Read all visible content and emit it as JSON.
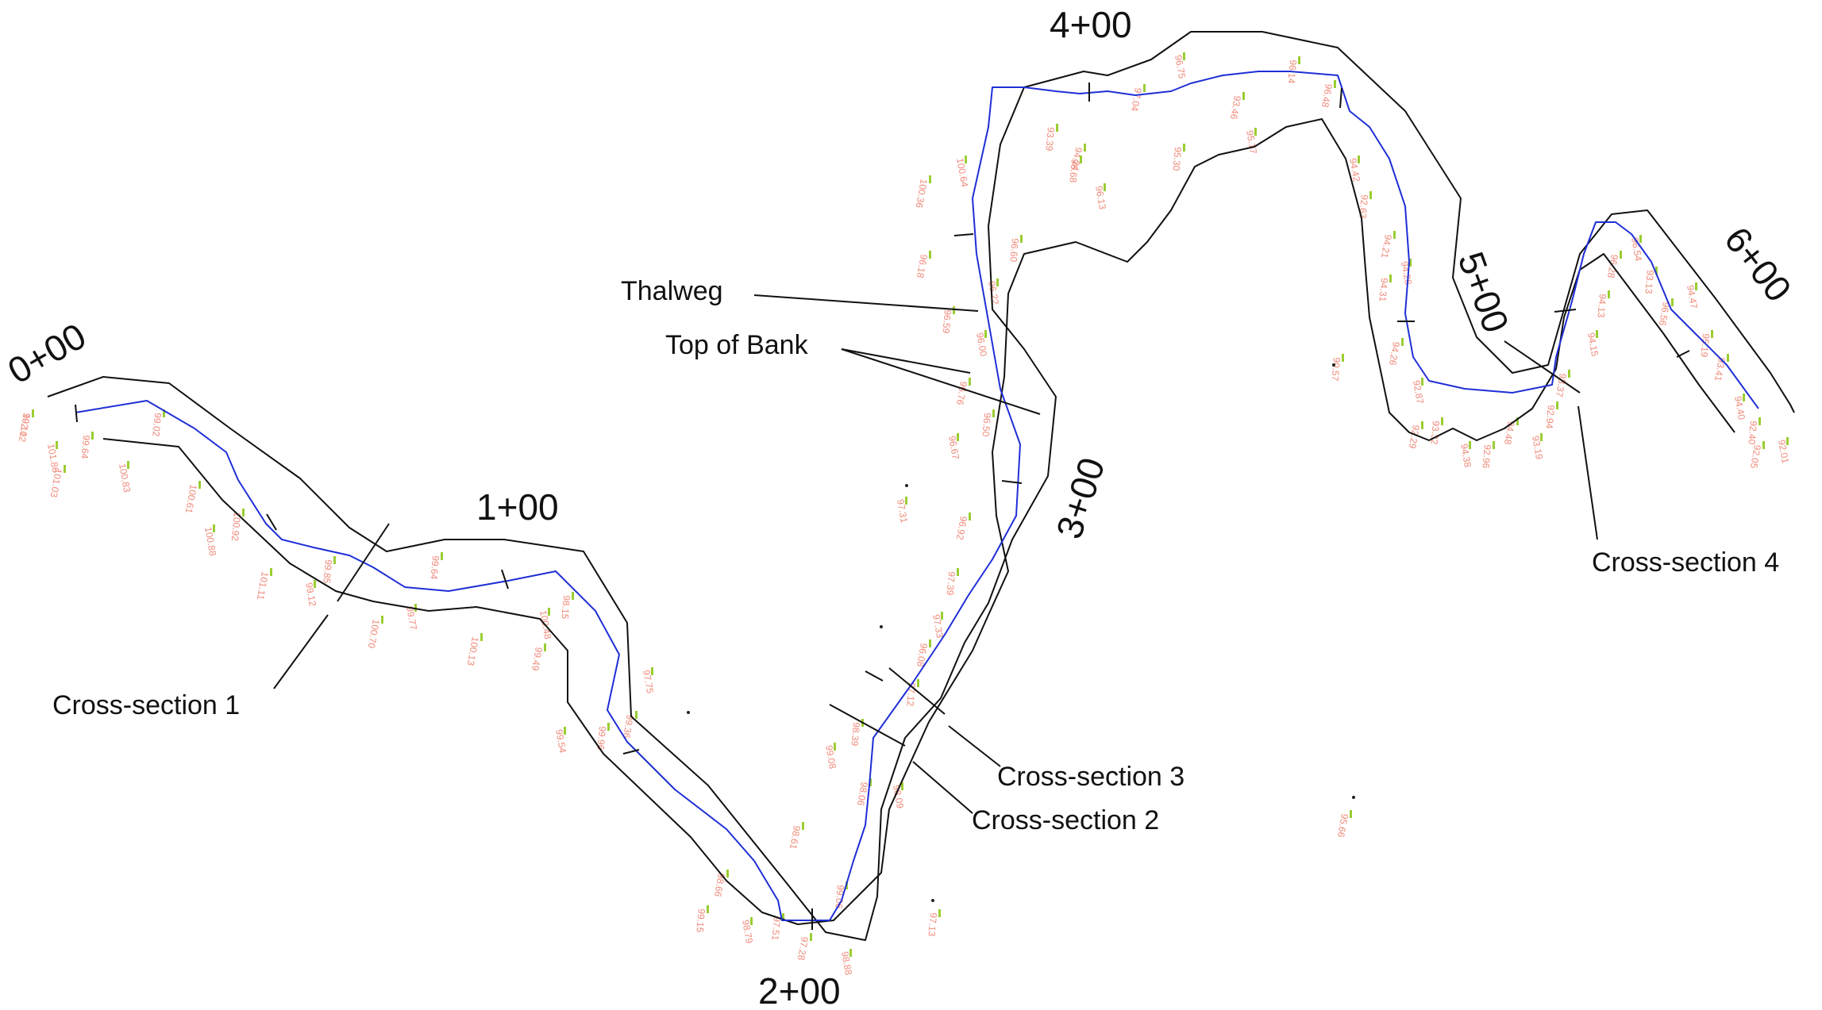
{
  "stations": [
    "0+00",
    "1+00",
    "2+00",
    "3+00",
    "4+00",
    "5+00",
    "6+00"
  ],
  "labels": {
    "thalweg": "Thalweg",
    "top_of_bank": "Top of Bank",
    "xs1": "Cross-section 1",
    "xs2": "Cross-section 2",
    "xs3": "Cross-section 3",
    "xs4": "Cross-section 4"
  },
  "colors": {
    "bank": "#111111",
    "thalweg": "#1f2fd6",
    "elevation_text": "#f08a7a",
    "shot_text": "#9acd32"
  },
  "elevations": [
    "102.12",
    "101.86",
    "99.64",
    "101.03",
    "100.83",
    "99.02",
    "100.61",
    "100.88",
    "100.92",
    "101.11",
    "99.12",
    "99.85",
    "100.70",
    "99.77",
    "99.64",
    "100.13",
    "100.48",
    "98.15",
    "99.49",
    "99.54",
    "99.96",
    "99.36",
    "97.75",
    "99.15",
    "98.66",
    "98.79",
    "97.51",
    "97.28",
    "98.88",
    "99.06",
    "98.61",
    "99.08",
    "98.39",
    "98.06",
    "98.09",
    "97.12",
    "96.08",
    "97.33",
    "97.39",
    "96.92",
    "96.67",
    "96.50",
    "96.76",
    "96.00",
    "96.59",
    "96.18",
    "96.22",
    "96.60",
    "100.36",
    "100.64",
    "93.39",
    "94.24",
    "96.13",
    "96.68",
    "97.04",
    "96.75",
    "95.30",
    "93.46",
    "95.17",
    "96.14",
    "96.48",
    "94.42",
    "92.63",
    "94.21",
    "94.28",
    "94.31",
    "94.26",
    "92.87",
    "93.32",
    "92.29",
    "94.38",
    "92.96",
    "94.48",
    "93.19",
    "92.94",
    "93.37",
    "94.15",
    "94.13",
    "96.28",
    "96.54",
    "93.13",
    "96.56",
    "94.47",
    "95.19",
    "93.41",
    "94.40",
    "92.40",
    "92.05",
    "92.01",
    "90.57",
    "95.66",
    "97.31",
    "97.13",
    "99.10"
  ]
}
